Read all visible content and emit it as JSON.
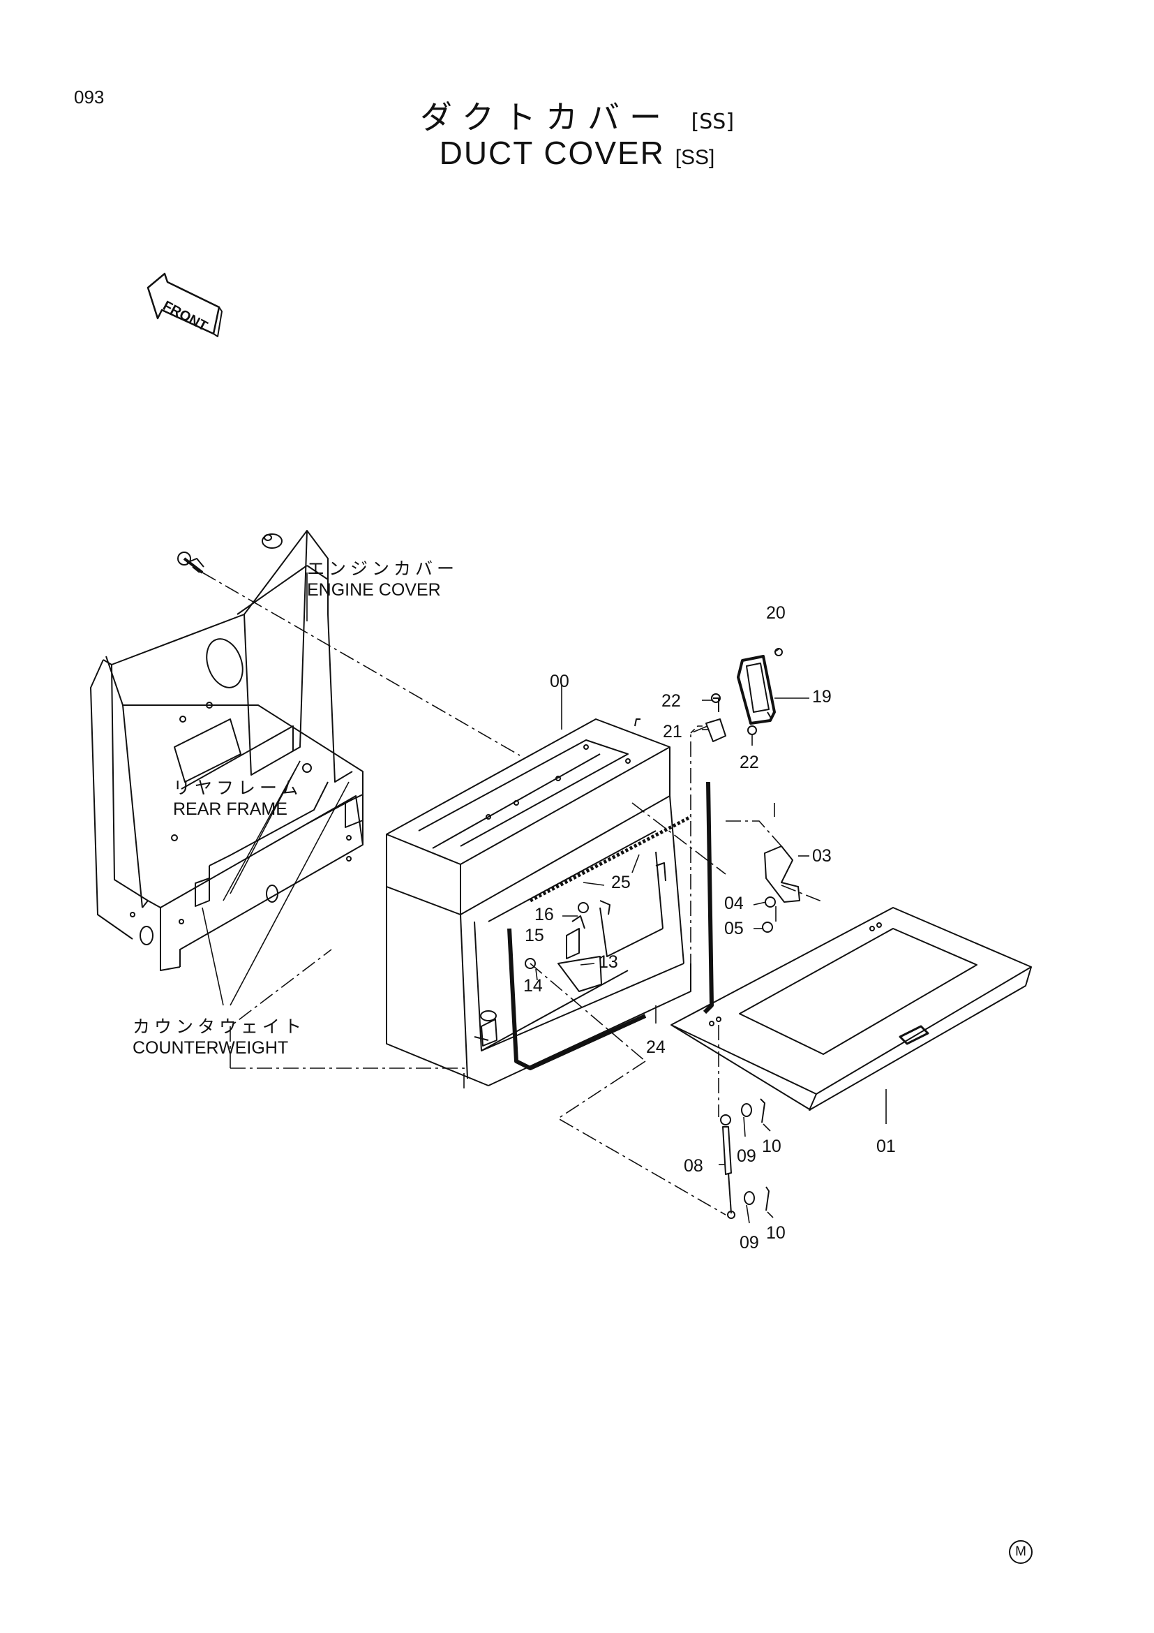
{
  "page": {
    "number": "093",
    "title_jp": "ダクトカバー",
    "title_en": "DUCT COVER",
    "title_suffix": "[SS]",
    "corner_mark": "M"
  },
  "drawing": {
    "front_label": "FRONT"
  },
  "labels": {
    "engine_cover_jp": "エンジンカバー",
    "engine_cover_en": "ENGINE COVER",
    "rear_frame_jp": "リヤフレーム",
    "rear_frame_en": "REAR FRAME",
    "counterweight_jp": "カウンタウェイト",
    "counterweight_en": "COUNTERWEIGHT"
  },
  "parts": {
    "p00": "00",
    "p01": "01",
    "p03": "03",
    "p04": "04",
    "p05": "05",
    "p08": "08",
    "p09": "09",
    "p10": "10",
    "p13": "13",
    "p14": "14",
    "p15": "15",
    "p16": "16",
    "p19": "19",
    "p20": "20",
    "p21": "21",
    "p22": "22",
    "p24": "24",
    "p25": "25"
  }
}
